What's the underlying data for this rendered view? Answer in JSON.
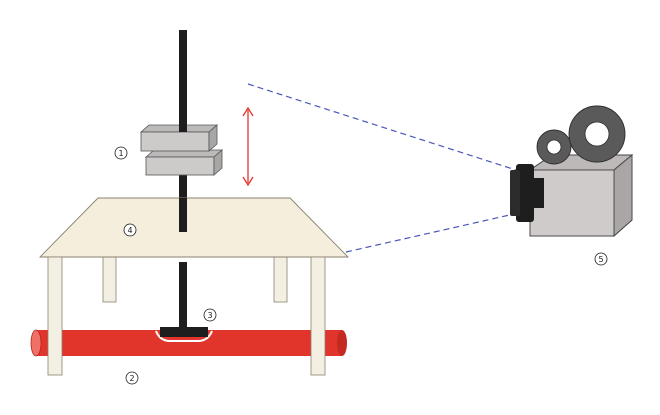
{
  "callouts": [
    {
      "id": "1",
      "text": "1"
    },
    {
      "id": "2",
      "text": "2"
    },
    {
      "id": "3",
      "text": "3"
    },
    {
      "id": "4",
      "text": "4"
    },
    {
      "id": "5",
      "text": "5"
    }
  ],
  "colors": {
    "rod": "#1e1e1e",
    "tube": "#e1352b",
    "tube_end": "#f07068",
    "table_top": "#f5eedc",
    "table_leg": "#f4efe3",
    "table_outline": "#8a8272",
    "block_face": "#cdcaca",
    "block_top": "#bcb9b9",
    "arrow": "#e1352b",
    "sight_line": "#4b57b8",
    "camera_body": "#cfcbcb",
    "camera_lens": "#1e1e1e",
    "reel": "#5a5a5a"
  },
  "icons": {
    "camera": "camera-icon",
    "reel_small": "film-reel-icon",
    "reel_large": "film-reel-icon"
  }
}
